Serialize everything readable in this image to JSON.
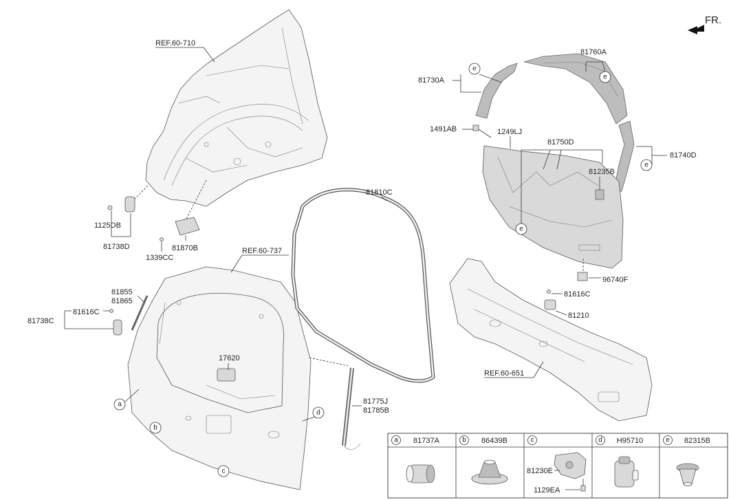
{
  "direction": {
    "label": "FR."
  },
  "references": [
    "REF.60-710",
    "REF.60-737",
    "REF.60-651"
  ],
  "labels": {
    "l81730A": "81730A",
    "l81760A": "81760A",
    "l1491AB": "1491AB",
    "l1249LJ": "1249LJ",
    "l81750D": "81750D",
    "l81235B": "81235B",
    "l81740D": "81740D",
    "l96740F": "96740F",
    "l81616C_r": "81616C",
    "l81210": "81210",
    "l81810C": "81810C",
    "l1125DB": "1125DB",
    "l81738D": "81738D",
    "l81870B": "81870B",
    "l1339CC": "1339CC",
    "l81855": "81855",
    "l81865": "81865",
    "l81738C": "81738C",
    "l81616C_l": "81616C",
    "l17620": "17620",
    "l81775J": "81775J",
    "l81785B": "81785B",
    "l81230E": "81230E",
    "l1129EA": "1129EA"
  },
  "callouts": {
    "a": "a",
    "b": "b",
    "c": "c",
    "d": "d",
    "e": "e"
  },
  "legend": [
    {
      "letter": "a",
      "part": "81737A"
    },
    {
      "letter": "b",
      "part": "86439B"
    },
    {
      "letter": "c",
      "part": ""
    },
    {
      "letter": "d",
      "part": "H95710"
    },
    {
      "letter": "e",
      "part": "82315B"
    }
  ]
}
